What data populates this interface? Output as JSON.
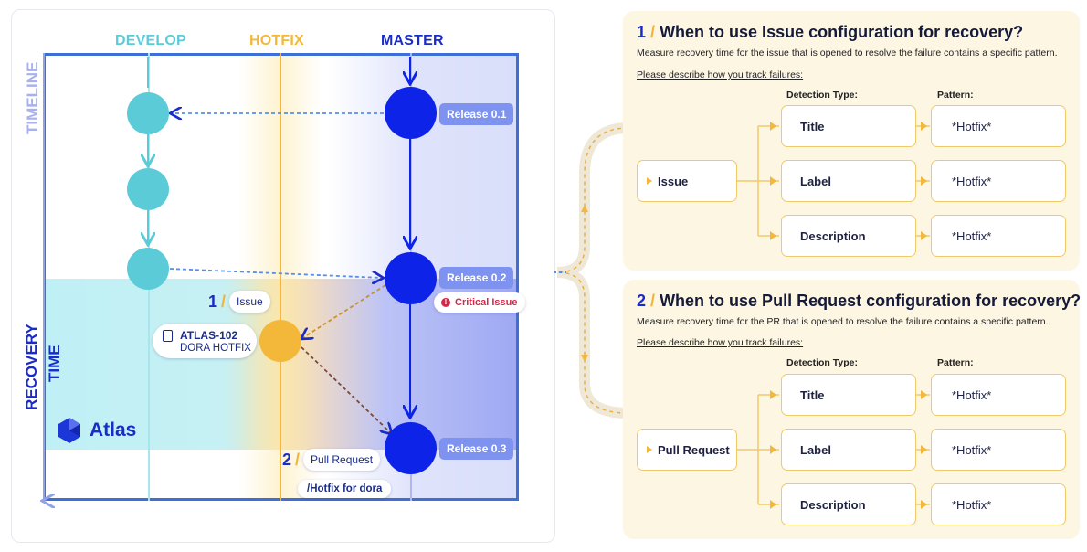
{
  "diagram": {
    "lanes": {
      "develop": "DEVELOP",
      "hotfix": "HOTFIX",
      "master": "MASTER"
    },
    "side_labels": {
      "timeline": "TIMELINE",
      "recovery": "RECOVERY",
      "time": "TIME"
    },
    "releases": [
      "Release 0.1",
      "Release 0.2",
      "Release 0.3"
    ],
    "critical_issue": "Critical Issue",
    "step1": {
      "num": "1",
      "slash": "/",
      "label": "Issue"
    },
    "step2": {
      "num": "2",
      "slash": "/",
      "label": "Pull Request"
    },
    "ticket": {
      "id": "ATLAS-102",
      "name": "DORA HOTFIX"
    },
    "branch": "/Hotfix for dora",
    "brand": "Atlas",
    "colors": {
      "develop": "#5ccbd8",
      "hotfix": "#f3b73a",
      "master": "#0d24e8",
      "frame": "#3d6fd6"
    }
  },
  "panels": [
    {
      "num": "1",
      "slash": "/",
      "title": "When to use Issue configuration for recovery?",
      "subtitle": "Measure recovery time for the issue that is opened to resolve the failure contains a specific pattern.",
      "question": "Please describe how you track failures:",
      "detection_caption": "Detection Type:",
      "pattern_caption": "Pattern:",
      "source": "Issue",
      "rows": [
        {
          "type": "Title",
          "pattern": "*Hotfix*"
        },
        {
          "type": "Label",
          "pattern": "*Hotfix*"
        },
        {
          "type": "Description",
          "pattern": "*Hotfix*"
        }
      ]
    },
    {
      "num": "2",
      "slash": "/",
      "title": "When to use Pull Request configuration for recovery?",
      "subtitle": "Measure recovery time for the PR that is opened to resolve the failure contains a specific pattern.",
      "question": "Please describe how you track failures:",
      "detection_caption": "Detection Type:",
      "pattern_caption": "Pattern:",
      "source": "Pull Request",
      "rows": [
        {
          "type": "Title",
          "pattern": "*Hotfix*"
        },
        {
          "type": "Label",
          "pattern": "*Hotfix*"
        },
        {
          "type": "Description",
          "pattern": "*Hotfix*"
        }
      ]
    }
  ]
}
